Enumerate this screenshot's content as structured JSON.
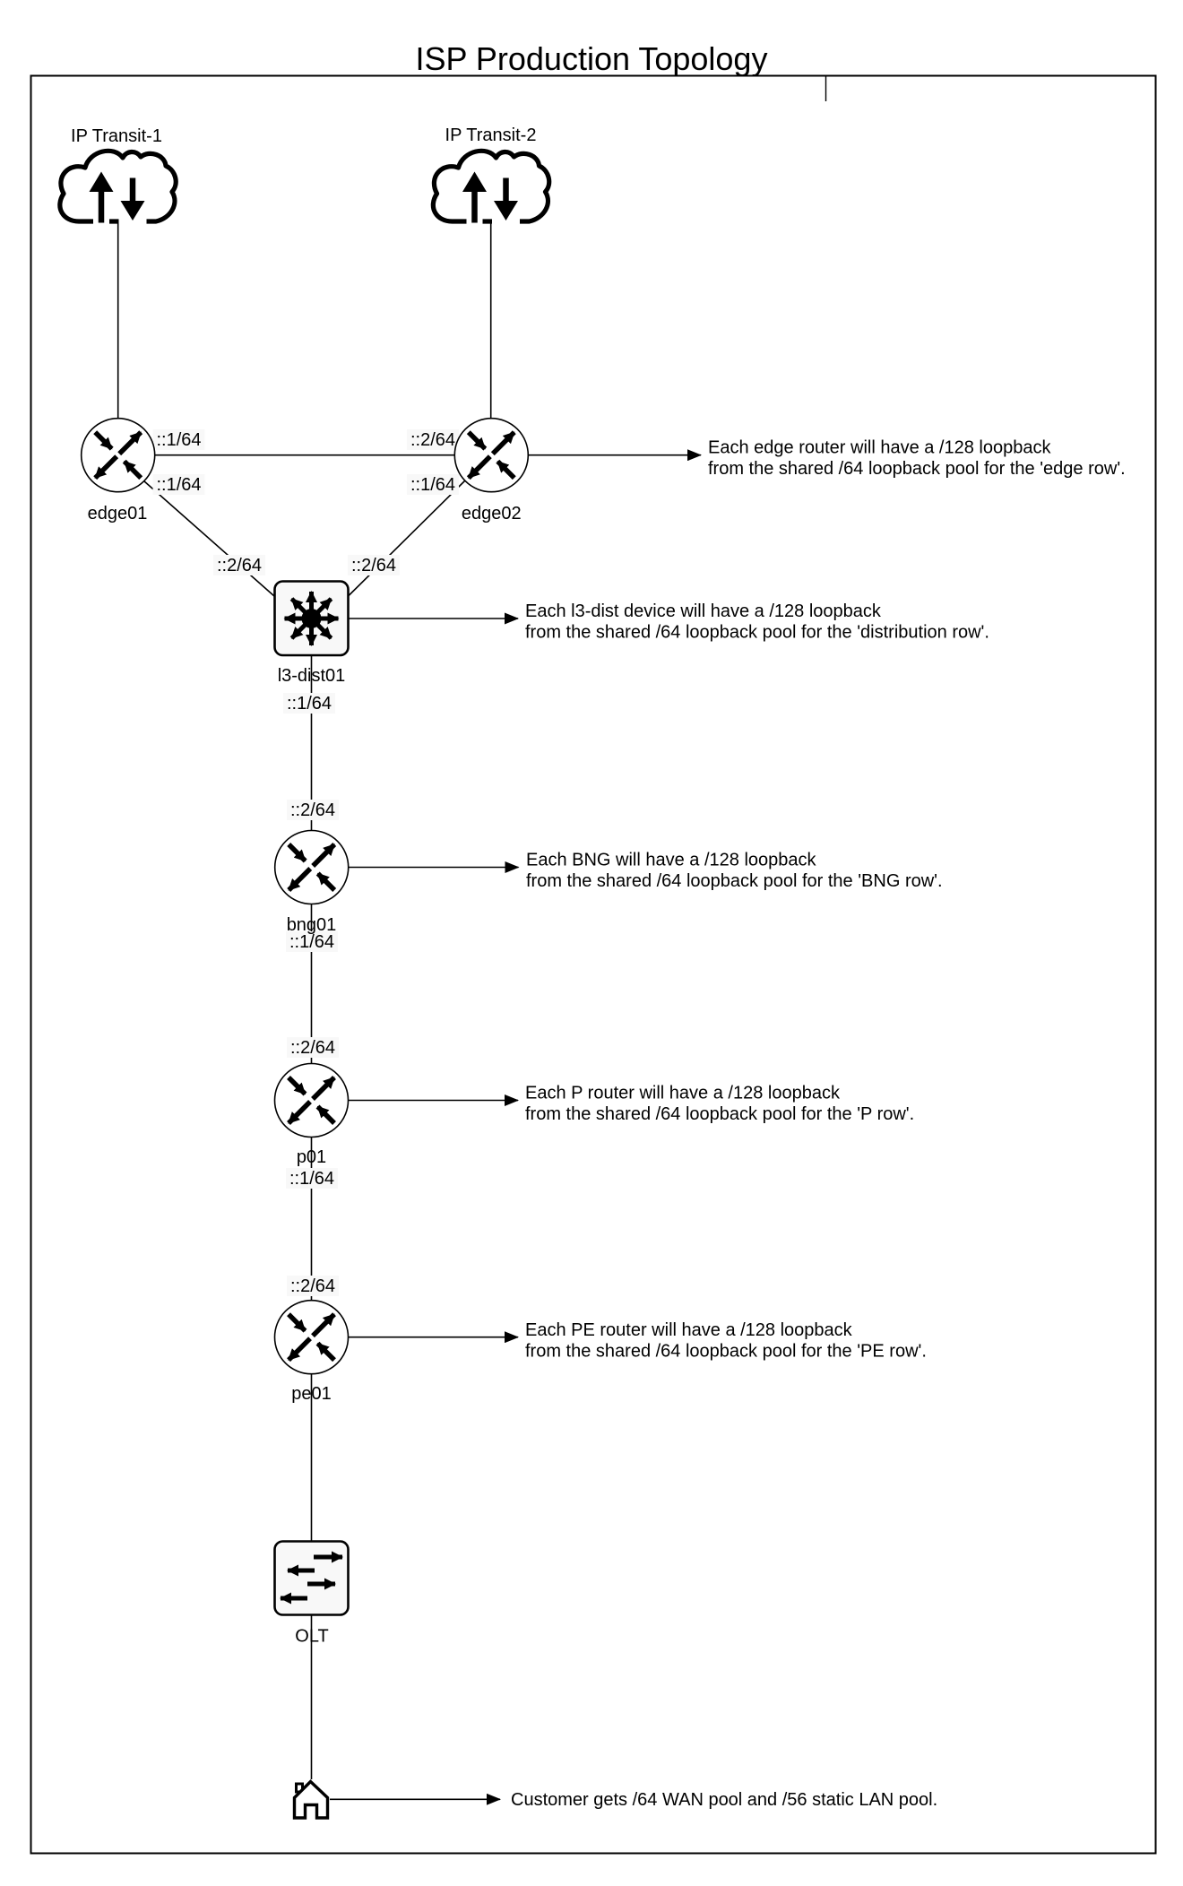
{
  "diagram_title": "ISP Production Topology",
  "colors": {
    "stroke": "#000000",
    "node_fill": "#f8f8f8",
    "label_background": "#f8f8f8",
    "canvas_background": "#ffffff"
  },
  "transit_clouds": [
    {
      "id": "transit-1",
      "label": "IP Transit-1"
    },
    {
      "id": "transit-2",
      "label": "IP Transit-2"
    }
  ],
  "devices": [
    {
      "id": "edge01",
      "label": "edge01",
      "type": "router"
    },
    {
      "id": "edge02",
      "label": "edge02",
      "type": "router"
    },
    {
      "id": "l3-dist01",
      "label": "l3-dist01",
      "type": "layer3-switch"
    },
    {
      "id": "bng01",
      "label": "bng01",
      "type": "router"
    },
    {
      "id": "p01",
      "label": "p01",
      "type": "router"
    },
    {
      "id": "pe01",
      "label": "pe01",
      "type": "router"
    },
    {
      "id": "OLT",
      "label": "OLT",
      "type": "switch"
    },
    {
      "id": "customer",
      "type": "home"
    }
  ],
  "link_labels": {
    "edge01_edge02": {
      "edge01_side": "::1/64",
      "edge02_side": "::2/64"
    },
    "edge01_l3dist01": {
      "edge01_side": "::1/64",
      "l3dist01_side": "::2/64"
    },
    "edge02_l3dist01": {
      "edge02_side": "::1/64",
      "l3dist01_side": "::2/64"
    },
    "l3dist01_bng01": {
      "l3dist01_side": "::1/64",
      "bng01_side": "::2/64"
    },
    "bng01_p01": {
      "bng01_side": "::1/64",
      "p01_side": "::2/64"
    },
    "p01_pe01": {
      "p01_side": "::1/64",
      "pe01_side": "::2/64"
    }
  },
  "annotations": {
    "edge_row": {
      "line1": "Each edge router will have a /128 loopback",
      "line2": "from the shared /64 loopback pool for the 'edge row'."
    },
    "distribution_row": {
      "line1": "Each l3-dist device will have a /128 loopback",
      "line2": "from the shared /64 loopback pool for the 'distribution row'."
    },
    "bng_row": {
      "line1": "Each BNG will have a /128 loopback",
      "line2": "from the shared /64 loopback pool for the 'BNG row'."
    },
    "p_row": {
      "line1": "Each P router will have a /128 loopback",
      "line2": "from the shared /64 loopback pool for the 'P row'."
    },
    "pe_row": {
      "line1": "Each PE router will have a /128 loopback",
      "line2": "from the shared /64 loopback pool for the 'PE row'."
    },
    "customer": {
      "line1": "Customer gets /64 WAN pool and /56 static LAN pool."
    }
  }
}
